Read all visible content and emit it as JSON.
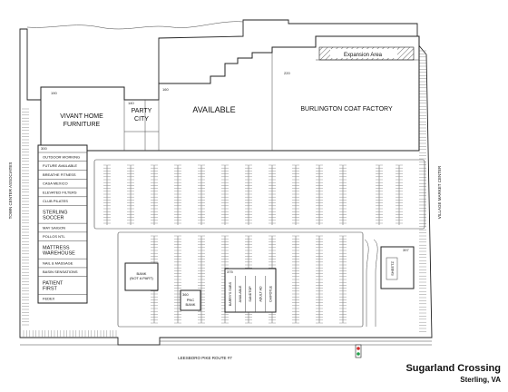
{
  "title": "Sugarland Crossing",
  "subtitle": "Sterling, VA",
  "roads": {
    "left": "TOWN CENTER ASSOCIATES",
    "right": "VILLAGE MARKET CENTER",
    "bottom": "LEESBORO PIKE  ROUTE #7"
  },
  "anchors": {
    "vivant": "VIVANT HOME\nFURNITURE",
    "party_city": "PARTY\nCITY",
    "available": "AVAILABLE",
    "burlington": "BURLINGTON COAT FACTORY",
    "expansion": "Expansion Area"
  },
  "left_strip": [
    "OUTDOOR WORKING",
    "FUTURE AVAILABLE",
    "BREATHE FITNESS",
    "CASA MEXICO",
    "ELEVATED FILTERS",
    "CLUB PILATES",
    "STERLING\nSOCCER",
    "MAY SAIGON",
    "POLLOS NTL",
    "MATTRESS\nWAREHOUSE",
    "NAIL & MASSAGE",
    "BASIN SENSATIONS",
    "PATIENT\nFIRST",
    "FEDEX"
  ],
  "pads": {
    "bank_pad": "BANK\n(NOT A PART)",
    "pnc": "PNC\nBANK",
    "strip_stores": [
      "BARRY'S SUBS",
      "AVAILABLE",
      "SANDTOP",
      "ADULT AD",
      "CHIPOTLE"
    ],
    "gas_pad": "SHEETZ"
  },
  "numbers": {
    "vivant": "190",
    "party_city": "140",
    "available": "160",
    "burlington": "220",
    "strip_top": "300",
    "pnc": "360",
    "strip_pad": "375",
    "gas_pad": "397"
  },
  "colors": {
    "signal_red": "#d22b2b",
    "signal_green": "#22a04b",
    "hatch": "#666666"
  }
}
